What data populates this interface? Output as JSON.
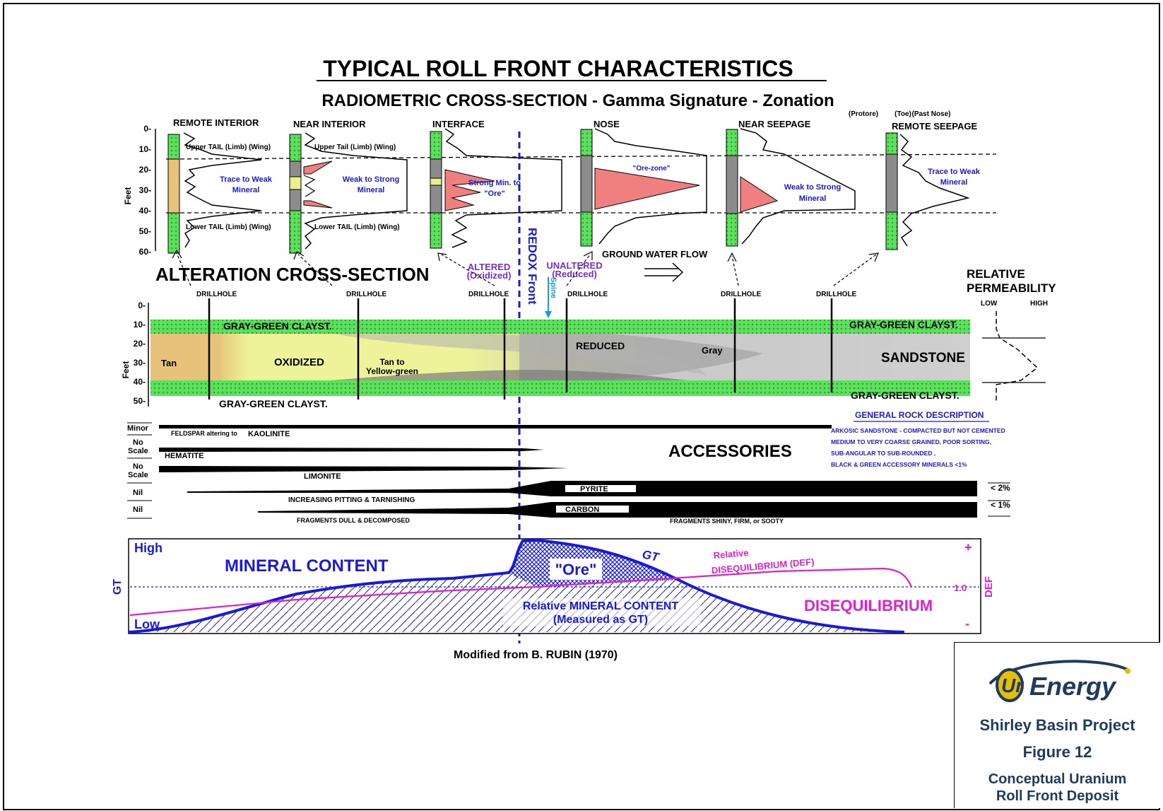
{
  "title": "TYPICAL ROLL FRONT CHARACTERISTICS",
  "subtitle": "RADIOMETRIC CROSS-SECTION -  Gamma Signature  - Zonation",
  "zone_notes": [
    "(Protore)",
    "(Toe)",
    "(Past Nose)"
  ],
  "zones": [
    "REMOTE INTERIOR",
    "NEAR INTERIOR",
    "INTERFACE",
    "NOSE",
    "NEAR  SEEPAGE",
    "REMOTE  SEEPAGE"
  ],
  "radiometric": {
    "feet_label": "Feet",
    "depth_ticks": [
      "0",
      "10",
      "20",
      "30",
      "40",
      "50",
      "60"
    ],
    "upper_tail_1": "Upper TAIL (Limb) (Wing)",
    "upper_tail_2": "Upper Tail  (Limb)  (Wing)",
    "lower_tail_1": "Lower TAIL (Limb) (Wing)",
    "lower_tail_2": "Lower TAIL  (Limb)  (Wing)",
    "trace_weak_1": [
      "Trace to Weak",
      "Mineral"
    ],
    "weak_strong_1": [
      "Weak to Strong",
      "Mineral"
    ],
    "strong_min": [
      "Strong Min. to",
      "\"Ore\""
    ],
    "ore_zone": "\"Ore-zone\"",
    "weak_strong_2": [
      "Weak to Strong",
      "Mineral"
    ],
    "trace_weak_2": [
      "Trace to Weak",
      "Mineral"
    ]
  },
  "redox_front": "REDOX  Front",
  "spine": "Spine",
  "altered": [
    "ALTERED",
    "(Oxidized)"
  ],
  "unaltered": [
    "UNALTERED",
    "(Reduced)"
  ],
  "groundwater": "GROUND WATER FLOW",
  "alteration_title": "ALTERATION CROSS-SECTION",
  "drillhole": "DRILLHOLE",
  "relative_permeability": [
    "RELATIVE",
    "PERMEABILITY"
  ],
  "perm_low": "LOW",
  "perm_high": "HIGH",
  "alteration": {
    "depth_ticks": [
      "0",
      "10",
      "20",
      "30",
      "40",
      "50"
    ],
    "feet_label": "Feet",
    "claystone_top": "GRAY-GREEN CLAYST.",
    "claystone_bottom": "GRAY-GREEN CLAYST.",
    "claystone_top_right": "GRAY-GREEN CLAYST.",
    "claystone_bottom_right": "GRAY-GREEN CLAYST.",
    "tan": "Tan",
    "oxidized": "OXIDIZED",
    "tan_yellow": [
      "Tan to",
      "Yellow-green"
    ],
    "reduced": "REDUCED",
    "gray": "Gray",
    "sandstone": "SANDSTONE"
  },
  "rock_description": {
    "heading": "GENERAL ROCK DESCRIPTION",
    "lines": [
      "ARKOSIC  SANDSTONE - COMPACTED BUT NOT CEMENTED",
      "MEDIUM TO VERY COARSE GRAINED, POOR SORTING,",
      "SUB-ANGULAR TO SUB-ROUNDED ,",
      "BLACK & GREEN ACCESSORY MINERALS <1%"
    ]
  },
  "accessories": {
    "title": "ACCESSORIES",
    "scale_labels": [
      "Minor",
      "No",
      "Scale",
      "No",
      "Scale",
      "Nil",
      "Nil"
    ],
    "feldspar": "FELDSPAR altering to",
    "kaolinite": "KAOLINITE",
    "hematite": "HEMATITE",
    "limonite": "LIMONITE",
    "pyrite": "PYRITE",
    "carbon": "CARBON",
    "pitting": "INCREASING PITTING & TARNISHING",
    "fragments_dull": "FRAGMENTS DULL & DECOMPOSED",
    "fragments_shiny": "FRAGMENTS SHINY, FIRM, or SOOTY",
    "pyrite_pct": "< 2%",
    "carbon_pct": "< 1%"
  },
  "mineral_chart": {
    "high": "High",
    "low": "Low",
    "gt_axis": "GT",
    "def_axis": "DEF",
    "mineral_content": "MINERAL CONTENT",
    "ore": "\"Ore\"",
    "gt": "GT",
    "relative_def": [
      "Relative",
      "DISEQUILIBRIUM (DEF)"
    ],
    "one": "1.0",
    "disequilibrium": "DISEQUILIBRIUM",
    "relative_mineral": [
      "Relative  MINERAL CONTENT",
      "(Measured as GT)"
    ],
    "plus": "+",
    "minus": "-"
  },
  "credit": "Modified from B. RUBIN (1970)",
  "logo_box": {
    "brand": "Energy",
    "project": "Shirley Basin Project",
    "figure": "Figure 12",
    "caption": [
      "Conceptual Uranium",
      "Roll Front Deposit"
    ]
  },
  "colors": {
    "green": "#33cc33",
    "tan": "#e6c27a",
    "yellow": "#e8f08a",
    "gray": "#c8c8c8",
    "dark_gray": "#8c8c8c",
    "ore_red": "#f08080",
    "blue": "#1a1ad6",
    "magenta": "#e020d0",
    "navy": "#1f3a5f"
  }
}
